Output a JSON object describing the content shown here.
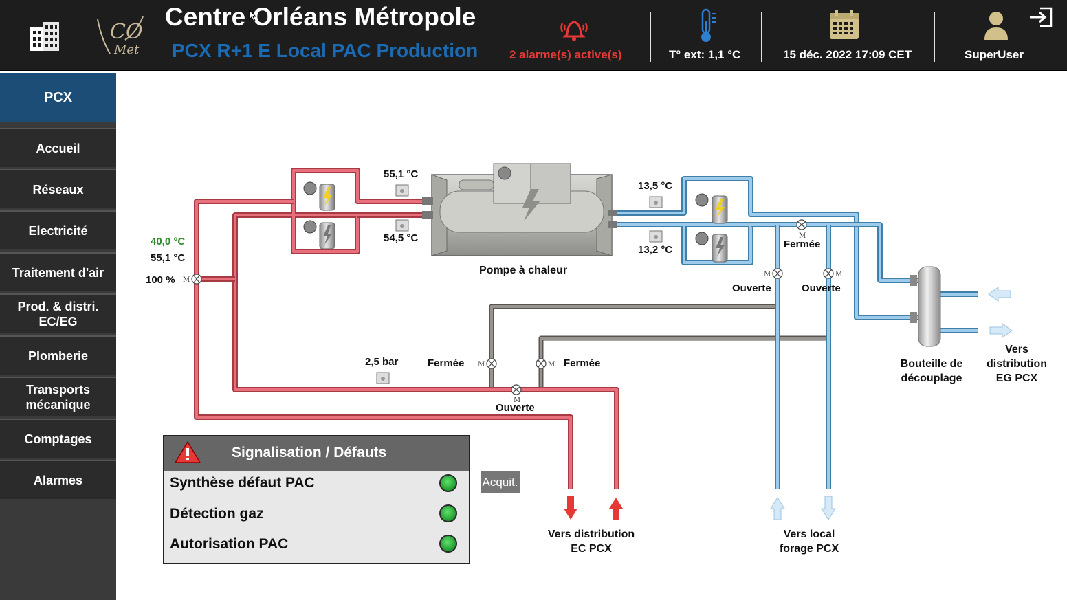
{
  "header": {
    "title": "Centre Orléans Métropole",
    "subtitle": "PCX R+1 E Local PAC Production",
    "alarms": "2 alarme(s) active(s)",
    "temperature": "T° ext: 1,1 °C",
    "datetime": "15 déc. 2022 17:09 CET",
    "user": "SuperUser",
    "logo_text": "CO Met"
  },
  "sidebar": {
    "items": [
      {
        "label": "PCX"
      },
      {
        "label": "Accueil"
      },
      {
        "label": "Réseaux"
      },
      {
        "label": "Electricité"
      },
      {
        "label": "Traitement d'air"
      },
      {
        "label": "Prod. & distri. EC/EG"
      },
      {
        "label": "Plomberie"
      },
      {
        "label": "Transports mécanique"
      },
      {
        "label": "Comptages"
      },
      {
        "label": "Alarmes"
      }
    ]
  },
  "diagram": {
    "hot_in_temp": "55,1 °C",
    "hot_out_temp": "54,5 °C",
    "cold_in_temp": "13,5 °C",
    "cold_out_temp": "13,2 °C",
    "mix_set_temp": "40,0 °C",
    "mix_temp": "55,1 °C",
    "mix_percent": "100 %",
    "pressure": "2,5 bar",
    "heat_pump_label": "Pompe à chaleur",
    "valve_top_cold": "Fermée",
    "valve_cold_left": "Ouverte",
    "valve_cold_right": "Ouverte",
    "valve_grey_left": "Fermée",
    "valve_grey_right": "Fermée",
    "valve_red_bottom": "Ouverte",
    "bottle_label": "Bouteille de découplage",
    "eg_label": "Vers distribution EG PCX",
    "ec_label": "Vers distribution EC PCX",
    "forage_label": "Vers local forage PCX",
    "valve_motor_letter": "M"
  },
  "signalisation": {
    "title": "Signalisation / Défauts",
    "rows": [
      "Synthèse défaut PAC",
      "Détection gaz",
      "Autorisation PAC"
    ],
    "ack_button": "Acquit."
  },
  "colors": {
    "header_bg": "#1d1d1d",
    "subtitle": "#1a6bb4",
    "alarm": "#e53935",
    "nav_active": "#1b4d76",
    "hot_pipe": "#d9505f",
    "cold_pipe": "#7eb5db",
    "grey_pipe": "#8a8480",
    "led_ok": "#2fbf40"
  }
}
